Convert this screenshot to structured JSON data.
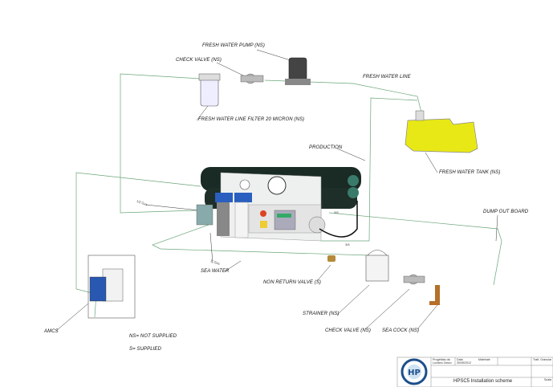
{
  "labels": {
    "fresh_water_pump": "FRESH WATER PUMP  (NS)",
    "check_valve_top": "CHECK VALVE  (NS)",
    "fresh_water_line": "FRESH WATER LINE",
    "filter": "FRESH WATER LINE FILTER 20 MICRON    (NS)",
    "production": "PRODUCTION",
    "fresh_water_tank": "FRESH WATER TANK  (NS)",
    "dump_out_board": "DUMP OUT BOARD",
    "sea_water": "SEA WATER",
    "non_return_valve": "NON RETURN VALVE (S)",
    "strainer": "STRAINER  (NS)",
    "check_valve_bottom": "CHECK VALVE  (NS)",
    "sea_cock": "SEA COCK  (NS)",
    "amcs": "AMCS",
    "legend_ns": "NS= NOT SUPPLIED",
    "legend_s": "S= SUPPLIED",
    "fit_half_gas": "1/2 Gas",
    "fit_one_gas": "1\" Gas",
    "fit_38_a": "3/8",
    "fit_38_b": "3/8"
  },
  "title_block": {
    "designed_by_label": "Progettato da",
    "designed_by": "Luciano Zanco",
    "date_label": "Data",
    "date": "30/05/2012",
    "material_label": "Materiale",
    "treatment_label": "Tratt. Granular",
    "scale_label": "Scala",
    "title": "HPSC5 Installation scheme"
  },
  "colors": {
    "line": "#5a9a6a",
    "tank": "#e8e817",
    "filter_blue": "#2a5fc0"
  }
}
